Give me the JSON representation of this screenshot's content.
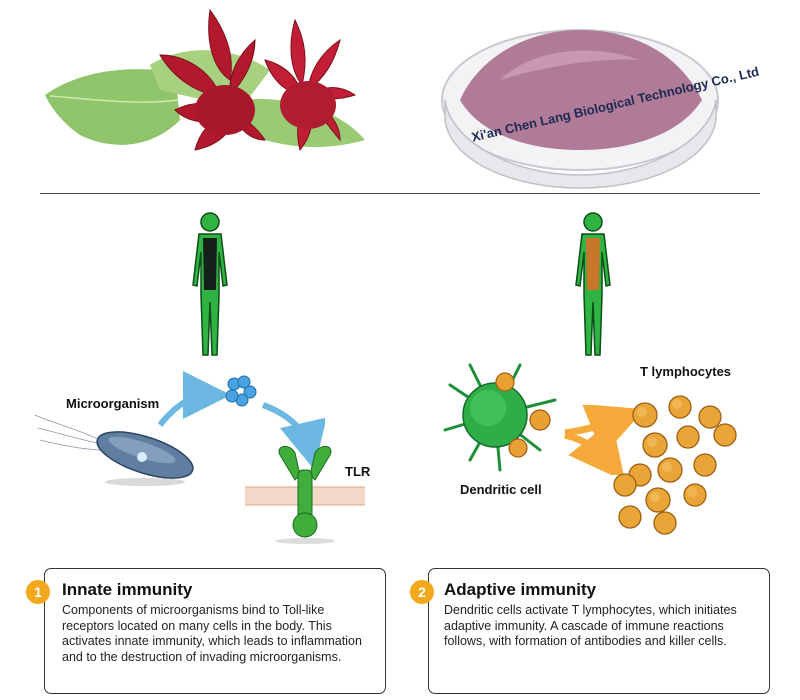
{
  "photo": {
    "dish_caption": "Xi'an Chen Lang Biological Technology Co., Ltd"
  },
  "diagram_left": {
    "microorganism_label": "Microorganism",
    "tlr_label": "TLR"
  },
  "diagram_right": {
    "dendritic_label": "Dendritic cell",
    "t_lymphocytes_label": "T lymphocytes"
  },
  "panels": [
    {
      "number": "1",
      "title": "Innate immunity",
      "lines": [
        "Components of microorganisms bind to Toll-like",
        "receptors located on many cells in the body. This",
        "activates innate immunity, which leads to inflammation",
        "and to the destruction of invading microorganisms."
      ]
    },
    {
      "number": "2",
      "title": "Adaptive immunity",
      "lines": [
        "Dendritic cells activate T lymphocytes, which initiates",
        "adaptive immunity. A cascade of immune reactions",
        "follows, with formation of antibodies and killer cells."
      ]
    }
  ],
  "colors": {
    "badge": "#f2a71d",
    "body_green": "#2fb342",
    "arrow_blue": "#6db8e3",
    "arrow_orange": "#f4a93a"
  }
}
